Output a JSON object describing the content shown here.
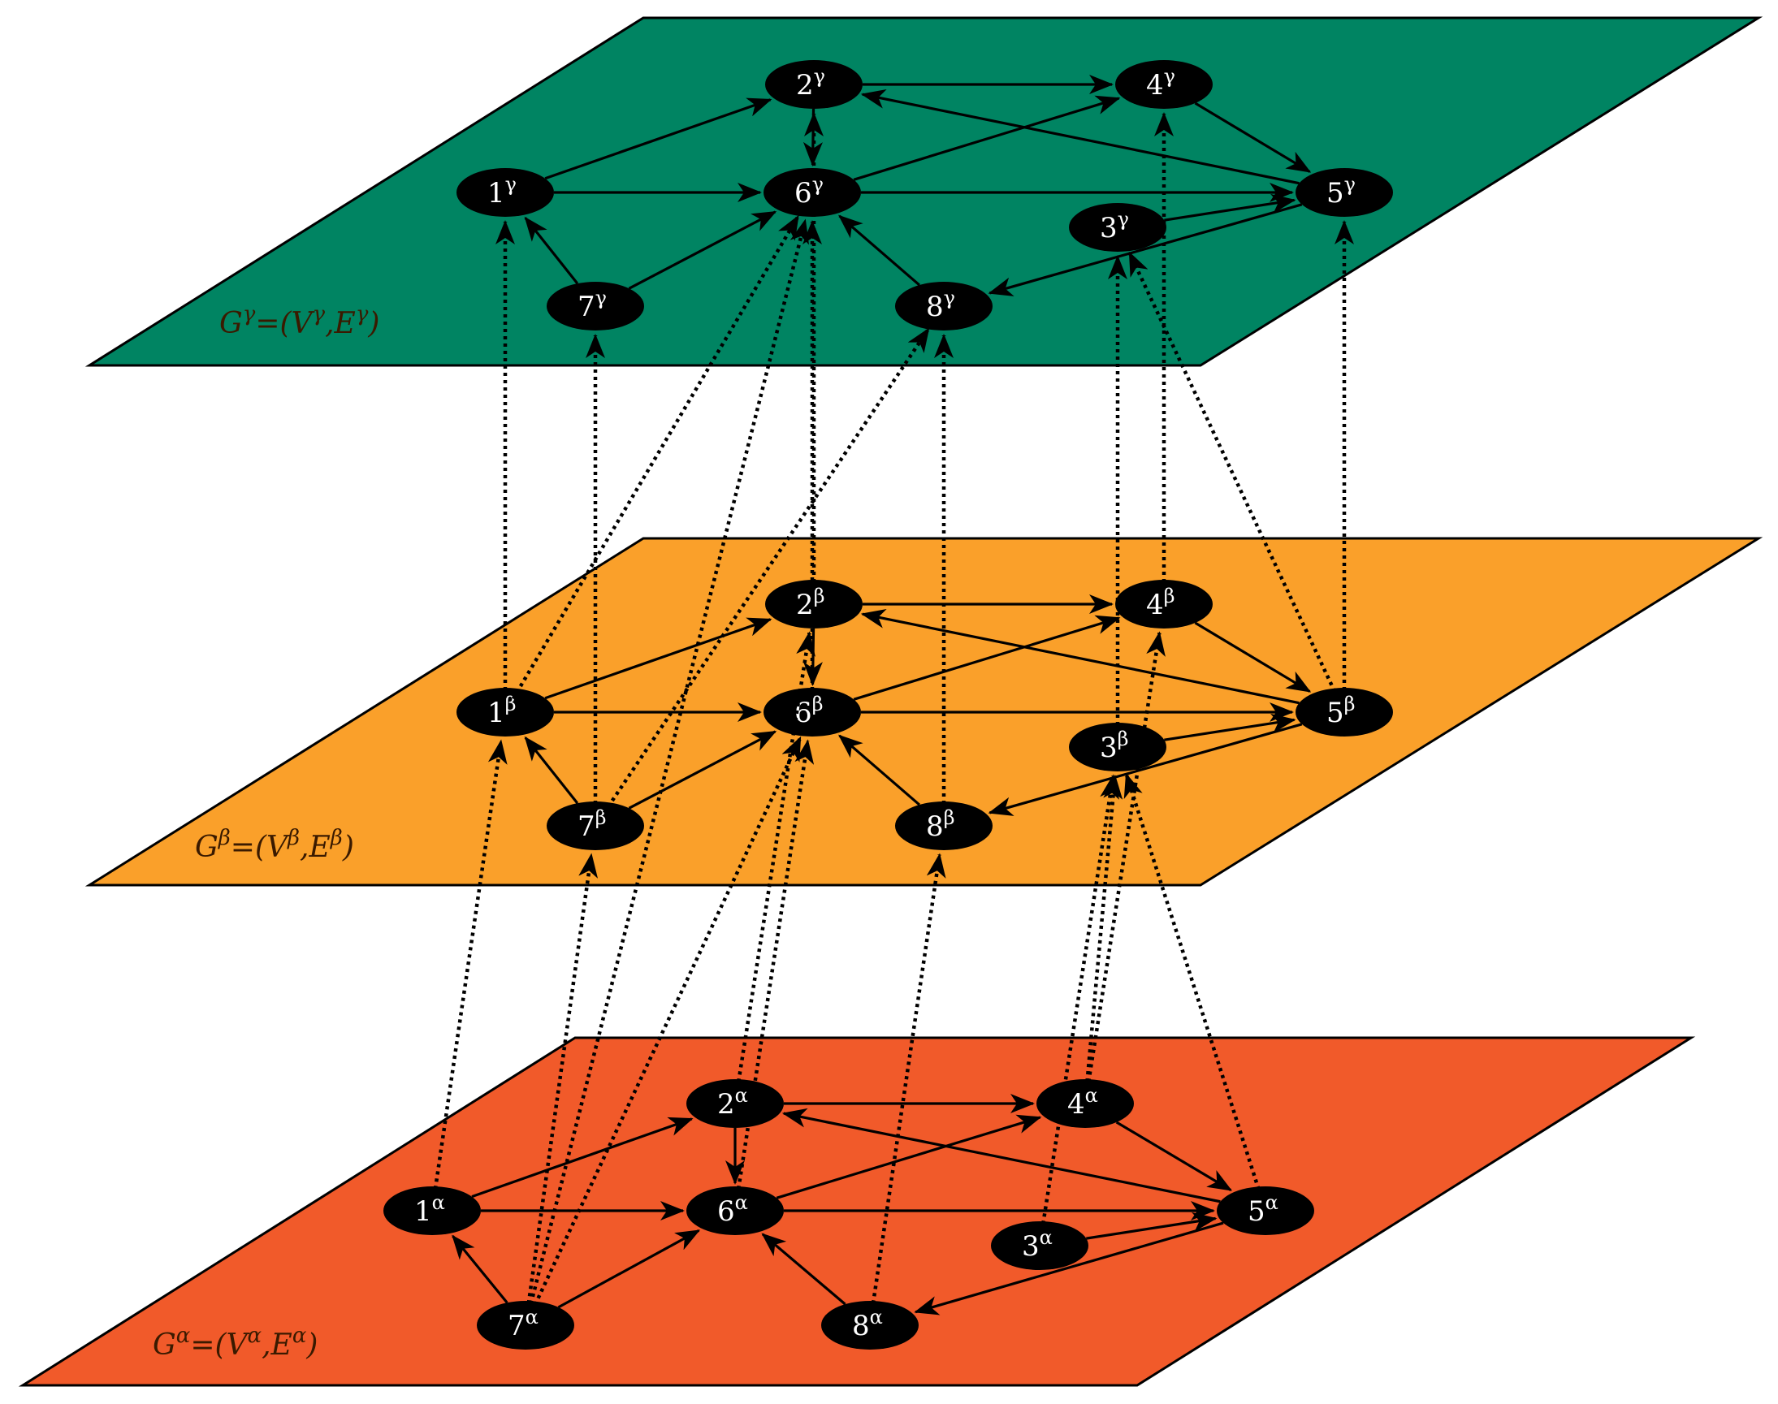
{
  "diagram": {
    "nodes": [
      "1",
      "2",
      "3",
      "4",
      "5",
      "6",
      "7",
      "8"
    ],
    "edges": [
      [
        "1",
        "2"
      ],
      [
        "1",
        "6"
      ],
      [
        "7",
        "1"
      ],
      [
        "7",
        "6"
      ],
      [
        "2",
        "4"
      ],
      [
        "2",
        "6"
      ],
      [
        "6",
        "4"
      ],
      [
        "6",
        "5"
      ],
      [
        "8",
        "6"
      ],
      [
        "3",
        "5"
      ],
      [
        "4",
        "5"
      ],
      [
        "5",
        "2"
      ],
      [
        "5",
        "8"
      ]
    ],
    "interlayer_links": [
      [
        "alpha",
        "1",
        "beta",
        "1"
      ],
      [
        "beta",
        "1",
        "gamma",
        "1"
      ],
      [
        "alpha",
        "7",
        "beta",
        "7"
      ],
      [
        "beta",
        "7",
        "gamma",
        "7"
      ],
      [
        "alpha",
        "7",
        "beta",
        "6"
      ],
      [
        "alpha",
        "7",
        "gamma",
        "6"
      ],
      [
        "beta",
        "7",
        "gamma",
        "8"
      ],
      [
        "beta",
        "1",
        "gamma",
        "6"
      ],
      [
        "alpha",
        "2",
        "beta",
        "2"
      ],
      [
        "beta",
        "2",
        "gamma",
        "2"
      ],
      [
        "alpha",
        "6",
        "beta",
        "6"
      ],
      [
        "beta",
        "6",
        "gamma",
        "6"
      ],
      [
        "alpha",
        "8",
        "beta",
        "8"
      ],
      [
        "beta",
        "8",
        "gamma",
        "8"
      ],
      [
        "alpha",
        "3",
        "beta",
        "3"
      ],
      [
        "beta",
        "3",
        "gamma",
        "3"
      ],
      [
        "alpha",
        "4",
        "beta",
        "4"
      ],
      [
        "beta",
        "4",
        "gamma",
        "4"
      ],
      [
        "alpha",
        "4",
        "beta",
        "3"
      ],
      [
        "alpha",
        "5",
        "beta",
        "3"
      ],
      [
        "beta",
        "5",
        "gamma",
        "5"
      ],
      [
        "beta",
        "5",
        "gamma",
        "3"
      ]
    ],
    "layers": [
      {
        "id": "gamma",
        "superscript": "γ",
        "label": "G",
        "label_tex": "Gγ=(Vγ,Eγ)",
        "color": "#008462"
      },
      {
        "id": "beta",
        "superscript": "β",
        "label": "G",
        "label_tex": "Gβ=(Vβ,Eβ)",
        "color": "#FAA02A"
      },
      {
        "id": "alpha",
        "superscript": "α",
        "label": "G",
        "label_tex": "Gα=(Vα,Eα)",
        "color": "#F15A2A"
      }
    ]
  }
}
